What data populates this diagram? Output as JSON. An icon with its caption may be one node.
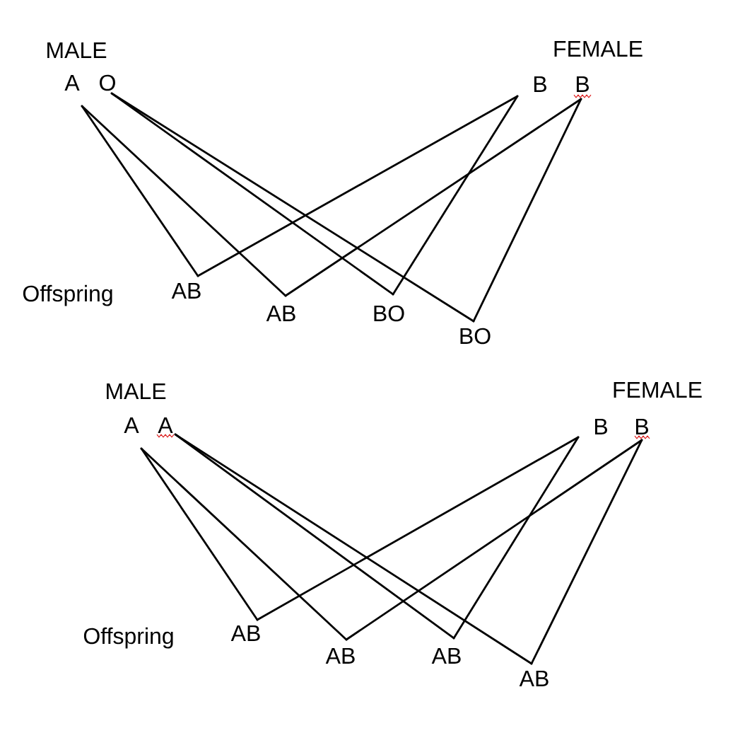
{
  "diagram": {
    "nodes": [
      {
        "text": [
          "A"
        ]
      },
      {
        "text": [
          "O"
        ]
      },
      {
        "text": [
          "B"
        ]
      },
      {
        "text": [
          "B"
        ]
      },
      {
        "text": [
          "AB"
        ]
      },
      {
        "text": [
          "AB"
        ]
      },
      {
        "text": [
          "BO"
        ]
      },
      {
        "text": [
          "BO"
        ]
      },
      {
        "text": [
          "A"
        ]
      },
      {
        "text": [
          "A"
        ]
      },
      {
        "text": [
          "B"
        ]
      },
      {
        "text": [
          "B"
        ]
      },
      {
        "text": [
          "AB"
        ]
      },
      {
        "text": [
          "AB"
        ]
      },
      {
        "text": [
          "AB"
        ]
      },
      {
        "text": [
          "AB"
        ]
      }
    ],
    "edges": [
      {
        "from": 0,
        "to": 4,
        "arrow": "none"
      },
      {
        "from": 0,
        "to": 5,
        "arrow": "none"
      },
      {
        "from": 1,
        "to": 6,
        "arrow": "none"
      },
      {
        "from": 1,
        "to": 7,
        "arrow": "none"
      },
      {
        "from": 2,
        "to": 4,
        "arrow": "none"
      },
      {
        "from": 2,
        "to": 6,
        "arrow": "none"
      },
      {
        "from": 3,
        "to": 5,
        "arrow": "none"
      },
      {
        "from": 3,
        "to": 7,
        "arrow": "none"
      },
      {
        "from": 8,
        "to": 12,
        "arrow": "none"
      },
      {
        "from": 8,
        "to": 13,
        "arrow": "none"
      },
      {
        "from": 9,
        "to": 14,
        "arrow": "none"
      },
      {
        "from": 9,
        "to": 15,
        "arrow": "none"
      },
      {
        "from": 10,
        "to": 12,
        "arrow": "none"
      },
      {
        "from": 10,
        "to": 14,
        "arrow": "none"
      },
      {
        "from": 11,
        "to": 13,
        "arrow": "none"
      },
      {
        "from": 11,
        "to": 15,
        "arrow": "none"
      }
    ],
    "labels": [
      "MALE",
      "FEMALE",
      "Offspring",
      "MALE",
      "FEMALE",
      "Offspring"
    ]
  }
}
